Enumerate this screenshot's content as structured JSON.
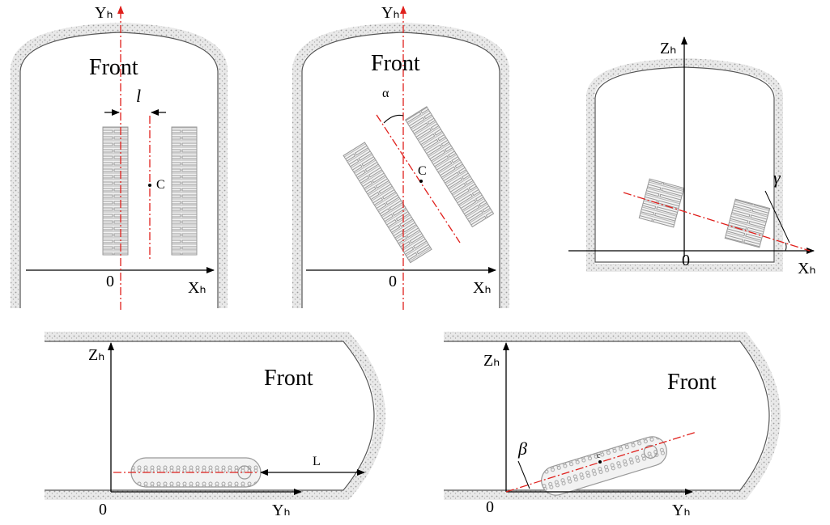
{
  "panels": {
    "top_left": {
      "front": "Front",
      "y_axis": "Yₕ",
      "x_axis": "Xₕ",
      "origin": "0",
      "gap_symbol": "l",
      "center": "C"
    },
    "top_middle": {
      "front": "Front",
      "y_axis": "Yₕ",
      "x_axis": "Xₕ",
      "origin": "0",
      "angle_symbol": "α",
      "center": "C"
    },
    "top_right": {
      "z_axis": "Zₕ",
      "x_axis": "Xₕ",
      "origin": "0",
      "angle_symbol": "γ"
    },
    "bottom_left": {
      "front": "Front",
      "z_axis": "Zₕ",
      "y_axis": "Yₕ",
      "origin": "0",
      "distance_symbol": "L"
    },
    "bottom_right": {
      "front": "Front",
      "z_axis": "Zₕ",
      "y_axis": "Yₕ",
      "origin": "0",
      "angle_symbol": "β",
      "center": "c"
    }
  },
  "colors": {
    "axis": "#000000",
    "centerline": "#e0201c",
    "rock": "#bdbdbd",
    "track": "#9a9a9a"
  }
}
